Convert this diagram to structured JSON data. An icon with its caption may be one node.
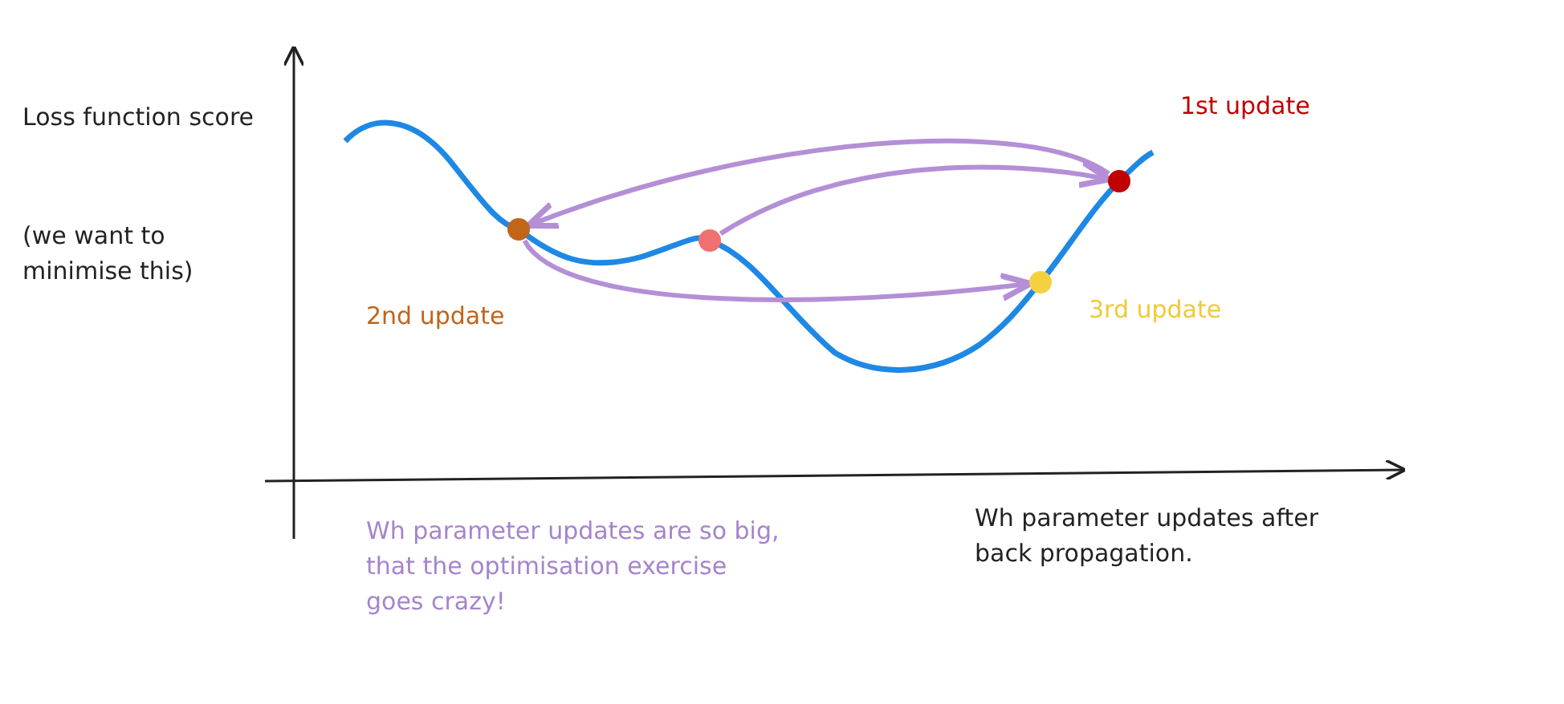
{
  "diagram": {
    "nodes": [
      {
        "text": [],
        "shape": "circle",
        "beside": [
          "2nd update"
        ]
      },
      {
        "text": [],
        "shape": "circle"
      },
      {
        "text": [],
        "shape": "circle",
        "beside": [
          "3rd update"
        ]
      },
      {
        "text": [],
        "shape": "circle",
        "beside": [
          "1st update"
        ]
      }
    ],
    "edges": [
      {
        "from": 1,
        "to": 3,
        "arrow": "to"
      },
      {
        "from": 3,
        "to": 0,
        "arrow": "to"
      },
      {
        "from": 0,
        "to": 2,
        "arrow": "to"
      }
    ],
    "labels": [
      "Loss function score",
      "(we want to minimise this)",
      "Wh parameter updates are so big, that the optimisation exercise goes crazy!",
      "Wh parameter updates after back propagation."
    ]
  }
}
